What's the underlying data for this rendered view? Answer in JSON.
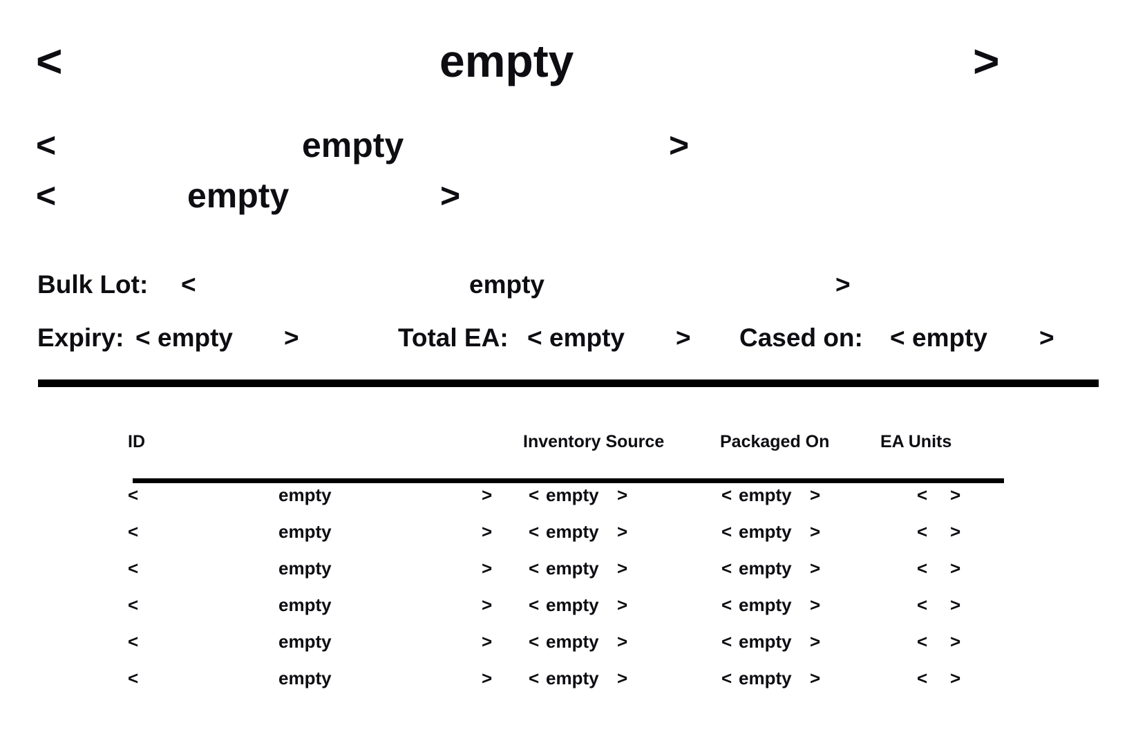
{
  "placeholder_token": "empty",
  "arrows": {
    "prev": "<",
    "next": ">"
  },
  "navigators": [
    {
      "name": "primary",
      "prev": "<",
      "value": "empty",
      "next": ">"
    },
    {
      "name": "secondary",
      "prev": "<",
      "value": "empty",
      "next": ">"
    },
    {
      "name": "tertiary",
      "prev": "<",
      "value": "empty",
      "next": ">"
    }
  ],
  "details": {
    "bulk_lot": {
      "label": "Bulk Lot:",
      "prev": "<",
      "value": "empty",
      "next": ">"
    },
    "expiry": {
      "label": "Expiry:",
      "prev": "<",
      "value": "empty",
      "next": ">"
    },
    "total_ea": {
      "label": "Total EA:",
      "prev": "<",
      "value": "empty",
      "next": ">"
    },
    "cased_on": {
      "label": "Cased on:",
      "prev": "<",
      "value": "empty",
      "next": ">"
    }
  },
  "table": {
    "columns": [
      "ID",
      "Inventory Source",
      "Packaged On",
      "EA Units"
    ],
    "rows": [
      {
        "id_prev": "<",
        "id": "empty",
        "id_next": ">",
        "src_prev": "<",
        "src": "empty",
        "src_next": ">",
        "pkg_prev": "<",
        "pkg": "empty",
        "pkg_next": ">",
        "ea_prev": "<",
        "ea": "",
        "ea_next": ">"
      },
      {
        "id_prev": "<",
        "id": "empty",
        "id_next": ">",
        "src_prev": "<",
        "src": "empty",
        "src_next": ">",
        "pkg_prev": "<",
        "pkg": "empty",
        "pkg_next": ">",
        "ea_prev": "<",
        "ea": "",
        "ea_next": ">"
      },
      {
        "id_prev": "<",
        "id": "empty",
        "id_next": ">",
        "src_prev": "<",
        "src": "empty",
        "src_next": ">",
        "pkg_prev": "<",
        "pkg": "empty",
        "pkg_next": ">",
        "ea_prev": "<",
        "ea": "",
        "ea_next": ">"
      },
      {
        "id_prev": "<",
        "id": "empty",
        "id_next": ">",
        "src_prev": "<",
        "src": "empty",
        "src_next": ">",
        "pkg_prev": "<",
        "pkg": "empty",
        "pkg_next": ">",
        "ea_prev": "<",
        "ea": "",
        "ea_next": ">"
      },
      {
        "id_prev": "<",
        "id": "empty",
        "id_next": ">",
        "src_prev": "<",
        "src": "empty",
        "src_next": ">",
        "pkg_prev": "<",
        "pkg": "empty",
        "pkg_next": ">",
        "ea_prev": "<",
        "ea": "",
        "ea_next": ">"
      },
      {
        "id_prev": "<",
        "id": "empty",
        "id_next": ">",
        "src_prev": "<",
        "src": "empty",
        "src_next": ">",
        "pkg_prev": "<",
        "pkg": "empty",
        "pkg_next": ">",
        "ea_prev": "<",
        "ea": "",
        "ea_next": ">"
      }
    ]
  },
  "colors": {
    "text": "#0d0d12",
    "rule": "#000000",
    "background": "#ffffff"
  }
}
